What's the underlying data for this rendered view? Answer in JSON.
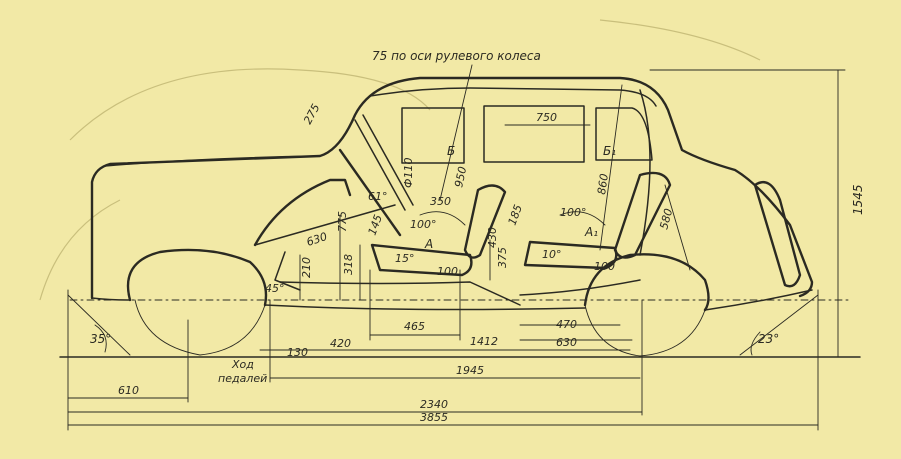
{
  "note_steering": "75 по оси рулевого колеса",
  "pedal_label_line1": "Ход",
  "pedal_label_line2": "педалей",
  "dimensions": {
    "d275": "275",
    "d750": "750",
    "d350": "350",
    "d950": "950",
    "d860": "860",
    "d580": "580",
    "d1545": "1545",
    "d630a": "630",
    "d775": "775",
    "d145": "145",
    "d185": "185",
    "d430": "430",
    "d375": "375",
    "d210": "210",
    "d318": "318",
    "d100a": "100",
    "d100b": "100",
    "phi110": "Ф110",
    "d465": "465",
    "d470": "470",
    "d1412": "1412",
    "d630b": "630",
    "d420": "420",
    "d130": "130",
    "d1945": "1945",
    "d610": "610",
    "d2340": "2340",
    "d3855": "3855"
  },
  "angles": {
    "a61": "61°",
    "a100a": "100°",
    "a15": "15°",
    "a100b": "100°",
    "a10": "10°",
    "a45": "45°",
    "a35": "35°",
    "a23": "23°"
  },
  "points": {
    "b": "Б",
    "b1": "Б₁",
    "a": "А",
    "a1": "А₁"
  },
  "colors": {
    "paper": "#f2e9a6",
    "ink": "#2b2a22"
  }
}
